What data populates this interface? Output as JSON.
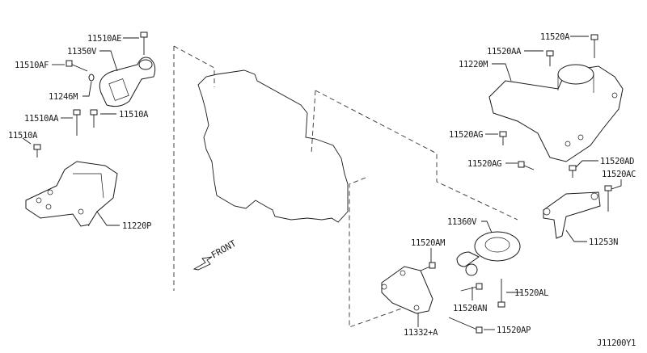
{
  "diagram": {
    "title": "Engine Mounting",
    "code": "J11200Y1",
    "front_label": "FRONT",
    "labels": {
      "p11510AE": "11510AE",
      "p11350V": "11350V",
      "p11510AF": "11510AF",
      "p11246M": "11246M",
      "p11510AA": "11510AA",
      "p11510A_top": "11510A",
      "p11510A_left": "11510A",
      "p11220P": "11220P",
      "p11520A": "11520A",
      "p11520AA": "11520AA",
      "p11220M": "11220M",
      "p11520AG_1": "11520AG",
      "p11520AG_2": "11520AG",
      "p11520AD": "11520AD",
      "p11520AC": "11520AC",
      "p11253N": "11253N",
      "p11360V": "11360V",
      "p11520AM": "11520AM",
      "p11520AL": "11520AL",
      "p11520AN": "11520AN",
      "p11332A": "11332+A",
      "p11520AP": "11520AP"
    }
  }
}
